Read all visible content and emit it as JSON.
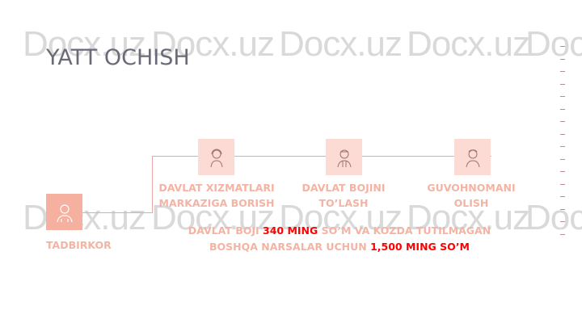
{
  "title": "YATT OCHISH",
  "watermark": "Docx.uz",
  "start": {
    "label": "TADBIRKOR"
  },
  "steps": [
    {
      "line1": "DAVLAT XIZMATLARI",
      "line2": "MARKAZIGA BORISH"
    },
    {
      "line1": "DAVLAT BOJINI",
      "line2": "TO’LASH"
    },
    {
      "line1": "GUVOHNOMANI",
      "line2": "OLISH"
    }
  ],
  "note": {
    "p1": "DAVLAT BOJI ",
    "amount1": "340 MING",
    "p2": " SO’M VA KOZDA TUTILMAGAN",
    "p3": "BOSHQA NARSALAR UCHUN ",
    "amount2": "1,500 MING SO’M"
  },
  "colors": {
    "accent": "#f4b3a3",
    "highlight": "#ff0000",
    "box": "#fddbd5"
  }
}
